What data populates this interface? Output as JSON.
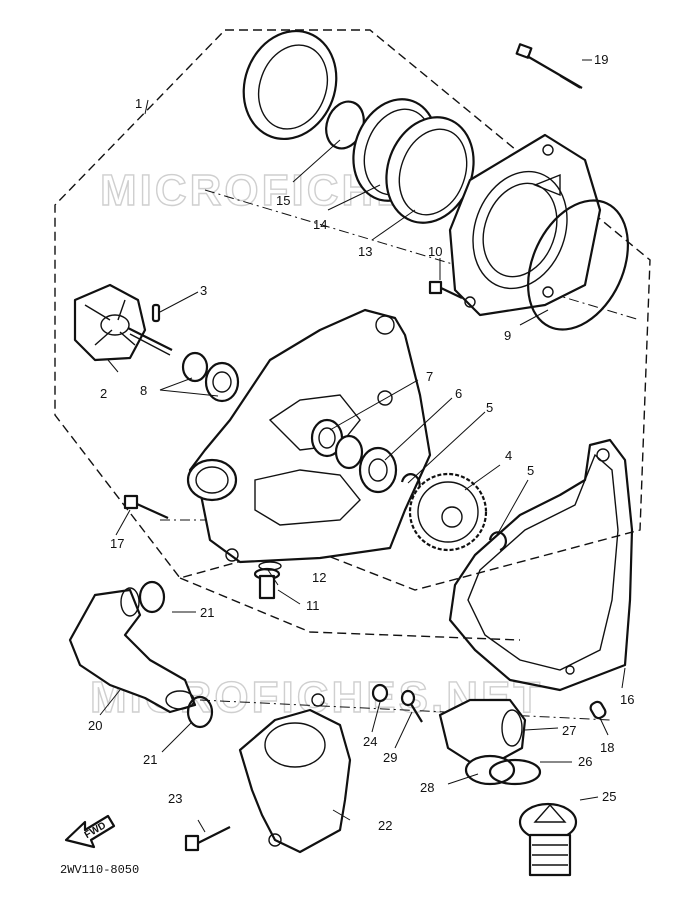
{
  "diagram": {
    "drawing_code": "2WV110-8050",
    "watermark": "MICROFICHES.NET",
    "fwd_label": "FWD",
    "callouts": [
      {
        "id": "c1",
        "text": "1"
      },
      {
        "id": "c2",
        "text": "2"
      },
      {
        "id": "c3",
        "text": "3"
      },
      {
        "id": "c4",
        "text": "4"
      },
      {
        "id": "c5a",
        "text": "5"
      },
      {
        "id": "c5b",
        "text": "5"
      },
      {
        "id": "c6",
        "text": "6"
      },
      {
        "id": "c7",
        "text": "7"
      },
      {
        "id": "c8",
        "text": "8"
      },
      {
        "id": "c9",
        "text": "9"
      },
      {
        "id": "c10",
        "text": "10"
      },
      {
        "id": "c11",
        "text": "11"
      },
      {
        "id": "c12",
        "text": "12"
      },
      {
        "id": "c13",
        "text": "13"
      },
      {
        "id": "c14",
        "text": "14"
      },
      {
        "id": "c15",
        "text": "15"
      },
      {
        "id": "c16",
        "text": "16"
      },
      {
        "id": "c17",
        "text": "17"
      },
      {
        "id": "c18",
        "text": "18"
      },
      {
        "id": "c19",
        "text": "19"
      },
      {
        "id": "c20",
        "text": "20"
      },
      {
        "id": "c21a",
        "text": "21"
      },
      {
        "id": "c21b",
        "text": "21"
      },
      {
        "id": "c22",
        "text": "22"
      },
      {
        "id": "c23",
        "text": "23"
      },
      {
        "id": "c24",
        "text": "24"
      },
      {
        "id": "c25",
        "text": "25"
      },
      {
        "id": "c26",
        "text": "26"
      },
      {
        "id": "c27",
        "text": "27"
      },
      {
        "id": "c28",
        "text": "28"
      },
      {
        "id": "c29",
        "text": "29"
      }
    ]
  }
}
